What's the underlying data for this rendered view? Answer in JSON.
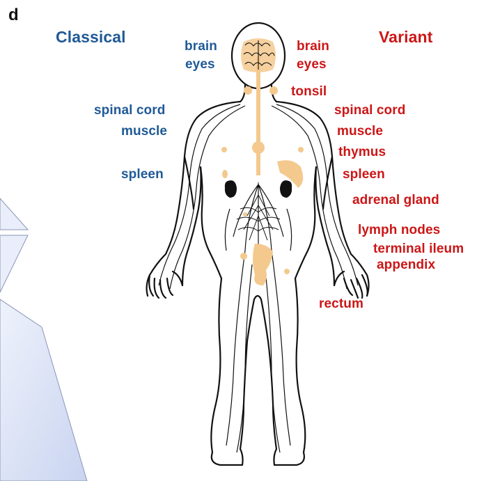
{
  "panel_label": "d",
  "classical": {
    "heading": "Classical",
    "organs": [
      "brain",
      "eyes",
      "spinal cord",
      "muscle",
      "spleen"
    ]
  },
  "variant": {
    "heading": "Variant",
    "organs": [
      "brain",
      "eyes",
      "tonsil",
      "spinal cord",
      "muscle",
      "thymus",
      "spleen",
      "adrenal gland",
      "lymph nodes",
      "terminal ileum",
      "appendix",
      "rectum"
    ]
  },
  "colors": {
    "classical": "#1f5a96",
    "variant": "#cc1616",
    "tissue_highlight": "#f4c98e",
    "outline": "#111111",
    "background_shape": "#dde4f5"
  }
}
